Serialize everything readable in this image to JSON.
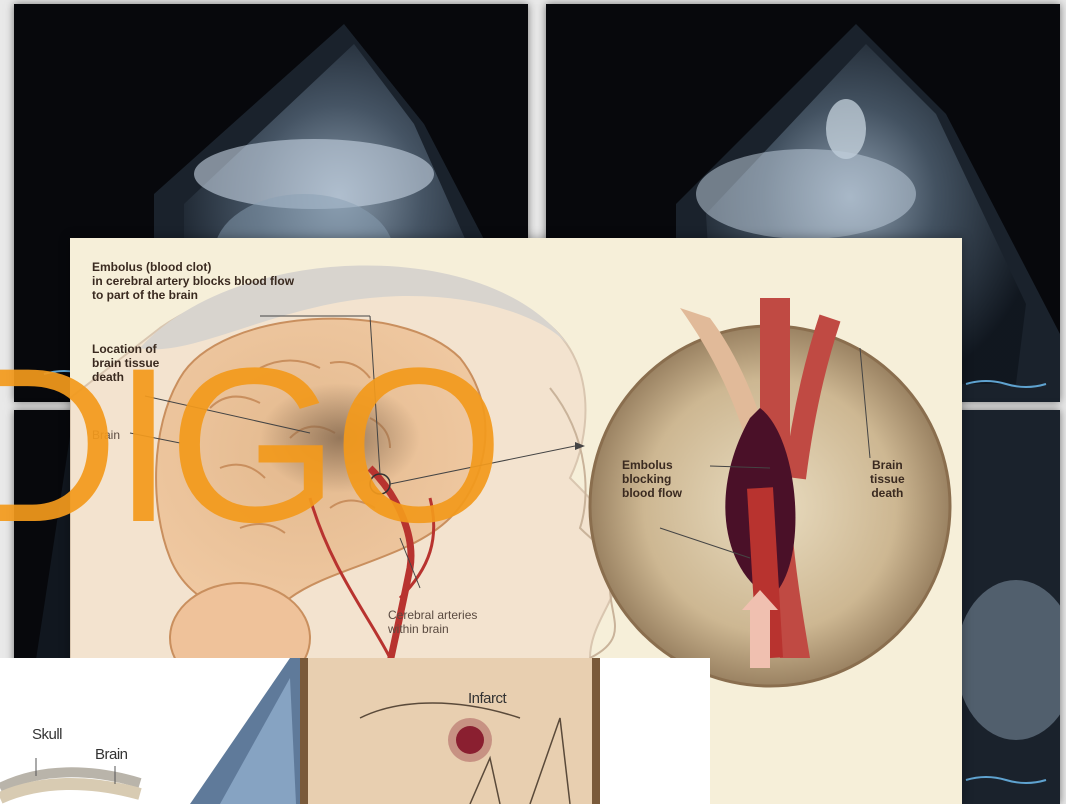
{
  "illustration": {
    "label_embolus_title": "Embolus (blood clot)\nin cerebral artery blocks blood flow\nto part of the brain",
    "label_location": "Location of\nbrain tissue\ndeath",
    "label_brain": "Brain",
    "label_cerebral_arteries": "Cerebral arteries\nwithin brain",
    "label_embolus_blocking": "Embolus\nblocking\nblood flow",
    "label_brain_tissue_death": "Brain\ntissue\ndeath"
  },
  "inset": {
    "label_skull": "Skull",
    "label_brain": "Brain",
    "label_infarct": "Infarct"
  },
  "watermark": {
    "text": "DIGO",
    "color": "#f39a1c"
  },
  "colors": {
    "ultrasound_bg": "#07080c",
    "illustration_bg": "#f6efd9",
    "artery_red": "#b8332f",
    "clot_purple": "#4a1028"
  }
}
